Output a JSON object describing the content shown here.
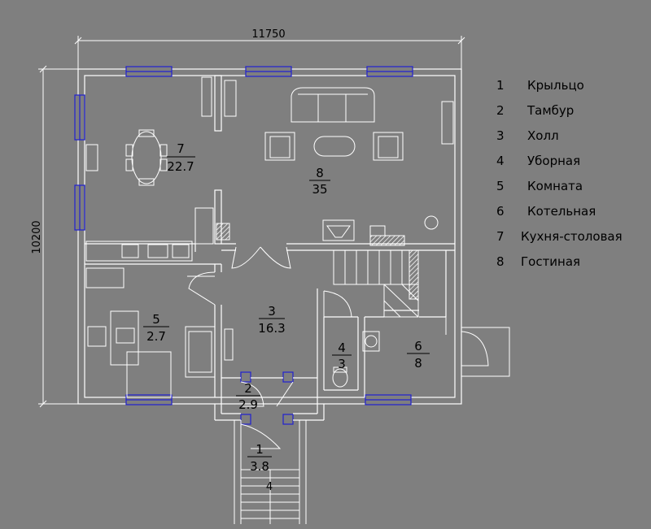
{
  "dimensions": {
    "width_label": "11750",
    "height_label": "10200"
  },
  "rooms": [
    {
      "id": "1",
      "area": "3.8"
    },
    {
      "id": "2",
      "area": "2.9"
    },
    {
      "id": "3",
      "area": "16.3"
    },
    {
      "id": "4",
      "area": "3"
    },
    {
      "id": "5",
      "area": "2.7"
    },
    {
      "id": "6",
      "area": "8"
    },
    {
      "id": "7",
      "area": "22.7"
    },
    {
      "id": "8",
      "area": "35"
    }
  ],
  "stair_label": "4",
  "legend": [
    {
      "num": "1",
      "name": "Крыльцо"
    },
    {
      "num": "2",
      "name": "Тамбур"
    },
    {
      "num": "3",
      "name": "Холл"
    },
    {
      "num": "4",
      "name": "Уборная"
    },
    {
      "num": "5",
      "name": "Комната"
    },
    {
      "num": "6",
      "name": "Котельная"
    },
    {
      "num": "7",
      "name": "Кухня-столовая"
    },
    {
      "num": "8",
      "name": "Гостиная"
    }
  ],
  "colors": {
    "background": "#7f7f7f",
    "lines": "#ffffff",
    "windows": "#2020d0",
    "text": "#000000",
    "hatch": "#d0d0d0"
  }
}
